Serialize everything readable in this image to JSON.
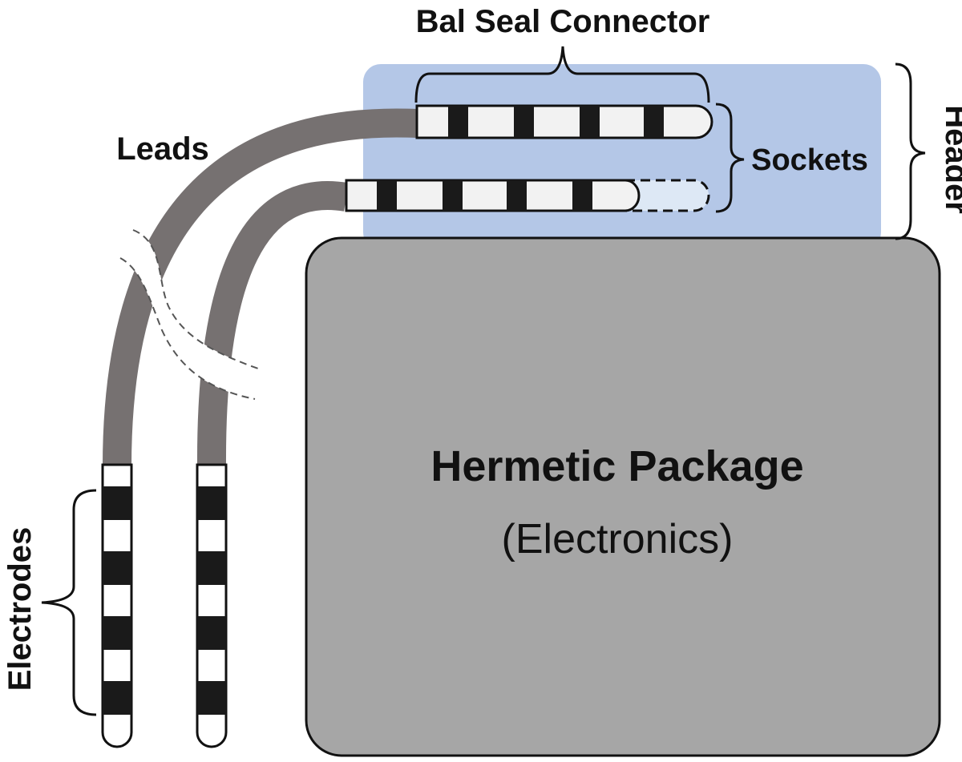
{
  "labels": {
    "bal_seal_connector": "Bal Seal Connector",
    "leads": "Leads",
    "sockets": "Sockets",
    "header": "Header",
    "electrodes": "Electrodes",
    "package_title": "Hermetic Package",
    "package_subtitle": "(Electronics)"
  },
  "colors": {
    "header_fill": "#b4c7e7",
    "package_fill": "#a6a6a6",
    "lead_fill": "#767171",
    "contact_light": "#f2f2f2",
    "contact_dark": "#1a1a1a",
    "empty_socket_fill": "#dde8f5",
    "outline": "#111111"
  },
  "components": {
    "socket_count": 2,
    "lead_count": 2,
    "contacts_per_connector": 4,
    "electrodes_per_lead": 4
  }
}
